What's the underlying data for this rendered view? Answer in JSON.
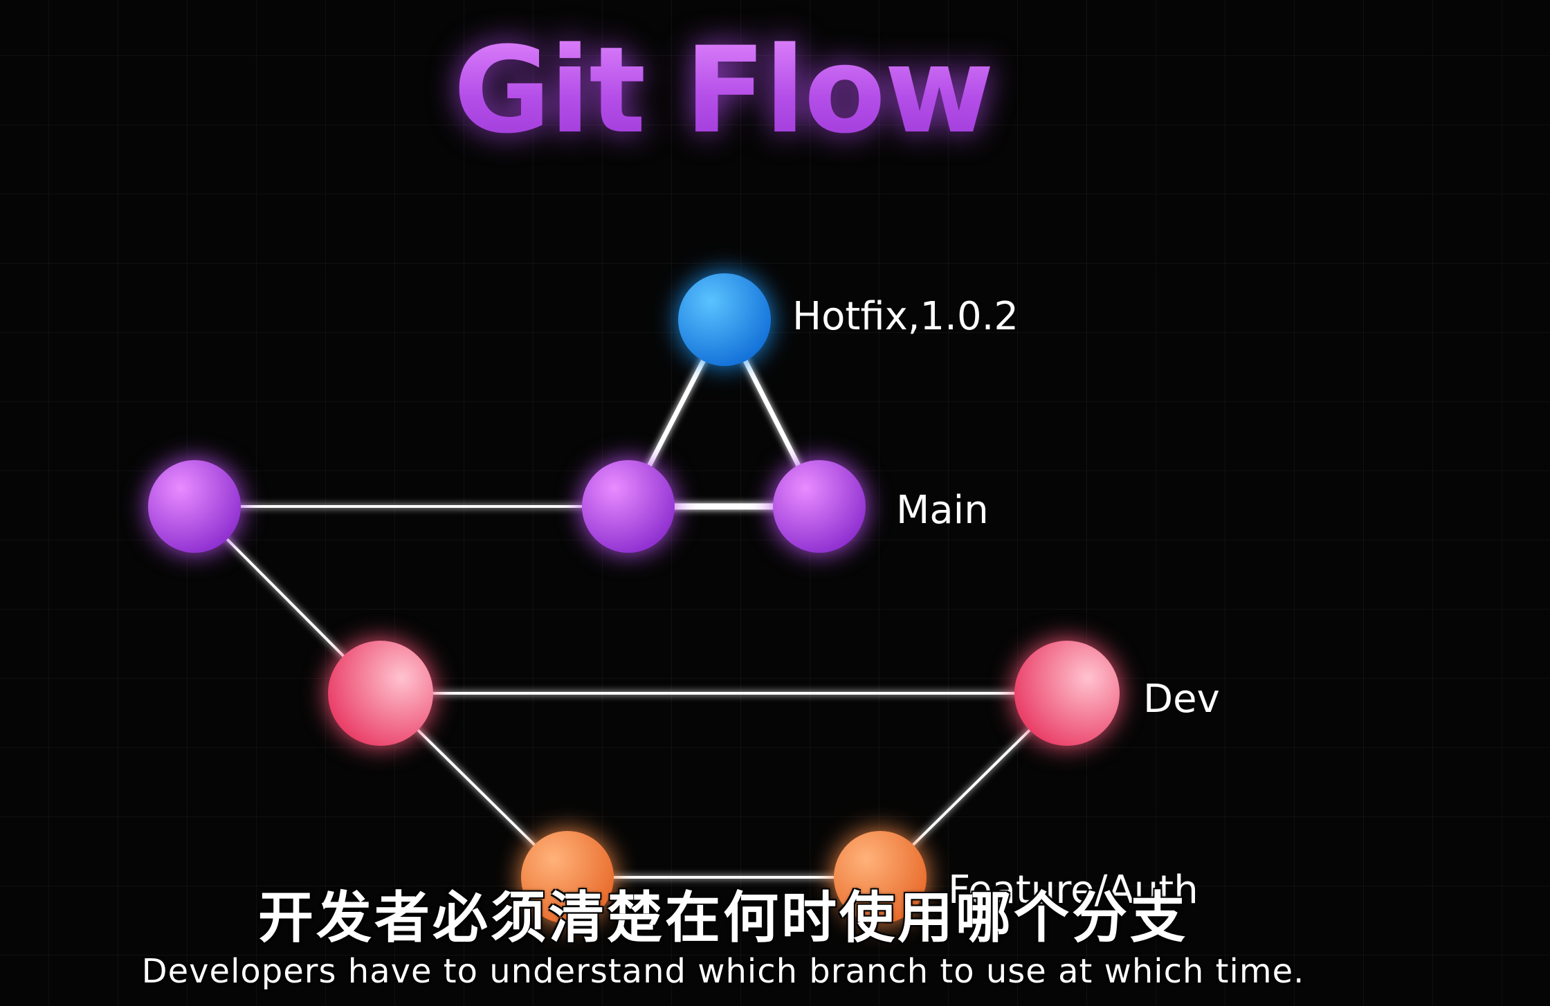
{
  "title": "Git Flow",
  "diagram": {
    "nodes": [
      {
        "id": "hotfix",
        "branch": "hotfix",
        "color": "#1f8fe8"
      },
      {
        "id": "main-1",
        "branch": "main",
        "color": "#b24fe6"
      },
      {
        "id": "main-2",
        "branch": "main",
        "color": "#b24fe6"
      },
      {
        "id": "main-3",
        "branch": "main",
        "color": "#b24fe6"
      },
      {
        "id": "dev-1",
        "branch": "dev",
        "color": "#f25578"
      },
      {
        "id": "dev-2",
        "branch": "dev",
        "color": "#f25578"
      },
      {
        "id": "feature-1",
        "branch": "feature",
        "color": "#f28a4a"
      },
      {
        "id": "feature-2",
        "branch": "feature",
        "color": "#f28a4a"
      }
    ],
    "edges": [
      {
        "from": "hotfix",
        "to": "main-2"
      },
      {
        "from": "hotfix",
        "to": "main-3"
      },
      {
        "from": "main-1",
        "to": "main-2"
      },
      {
        "from": "main-2",
        "to": "main-3"
      },
      {
        "from": "main-1",
        "to": "dev-1"
      },
      {
        "from": "dev-1",
        "to": "dev-2"
      },
      {
        "from": "dev-1",
        "to": "feature-1"
      },
      {
        "from": "feature-1",
        "to": "feature-2"
      },
      {
        "from": "feature-2",
        "to": "dev-2"
      }
    ],
    "labels": {
      "hotfix": "Hotfix,1.0.2",
      "main": "Main",
      "dev": "Dev",
      "feature": "Feature/Auth"
    }
  },
  "subtitles": {
    "chinese": "开发者必须清楚在何时使用哪个分支",
    "english": "Developers have to understand which branch to use at which time."
  }
}
